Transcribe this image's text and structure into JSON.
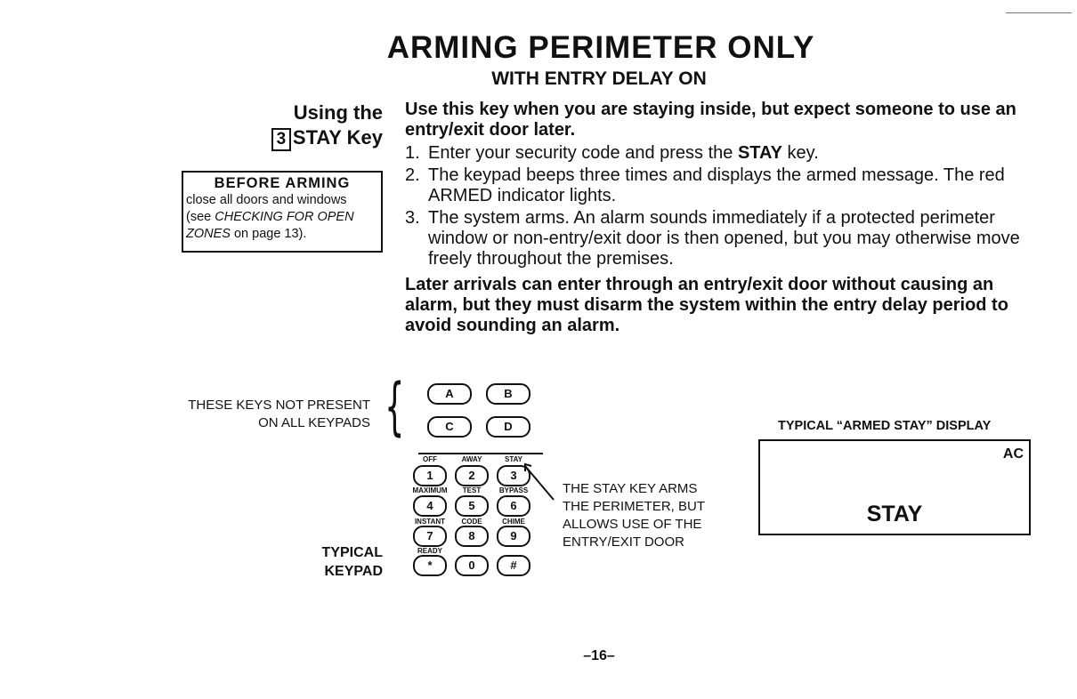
{
  "header": {
    "title": "ARMING PERIMETER ONLY",
    "subtitle": "WITH ENTRY DELAY ON"
  },
  "sidebar": {
    "using_the": "Using the",
    "key_number": "3",
    "key_name": "STAY Key",
    "note_title": "BEFORE ARMING",
    "note_line1": "close all doors and windows",
    "note_line2_pre": "(see ",
    "note_line2_italic": "CHECKING FOR OPEN",
    "note_line3_italic": "ZONES",
    "note_line3_post": " on page 13)."
  },
  "body": {
    "intro": "Use this key when you are staying inside, but expect someone to use an entry/exit door later.",
    "steps": [
      {
        "num": "1.",
        "pre": "Enter your security code and press the ",
        "bold": "STAY",
        "post": " key."
      },
      {
        "num": "2.",
        "pre": "The keypad beeps three times and displays the armed message. The red ARMED indicator lights.",
        "bold": "",
        "post": ""
      },
      {
        "num": "3.",
        "pre": "The system arms. An alarm sounds immediately if a protected perimeter window or non-entry/exit door is then opened, but you may otherwise move freely throughout the premises.",
        "bold": "",
        "post": ""
      }
    ],
    "later": "Later arrivals can enter through an entry/exit door without causing an alarm, but they must disarm the system within the entry delay period to avoid sounding an alarm."
  },
  "figure": {
    "keys_note_line1": "THESE KEYS NOT PRESENT",
    "keys_note_line2": "ON ALL KEYPADS",
    "keypad_label_line1": "TYPICAL",
    "keypad_label_line2": "KEYPAD",
    "letter_keys": [
      "A",
      "B",
      "C",
      "D"
    ],
    "function_labels": [
      "OFF",
      "AWAY",
      "STAY",
      "MAXIMUM",
      "TEST",
      "BYPASS",
      "INSTANT",
      "CODE",
      "CHIME",
      "READY"
    ],
    "digit_keys": [
      "1",
      "2",
      "3",
      "4",
      "5",
      "6",
      "7",
      "8",
      "9",
      "*",
      "0",
      "#"
    ],
    "stay_note_lines": [
      "THE STAY KEY ARMS",
      "THE PERIMETER, BUT",
      "ALLOWS USE OF THE",
      "ENTRY/EXIT DOOR"
    ],
    "display_label": "TYPICAL “ARMED STAY” DISPLAY",
    "display_ac": "AC",
    "display_stay": "STAY"
  },
  "footer": {
    "page_number": "–16–"
  }
}
